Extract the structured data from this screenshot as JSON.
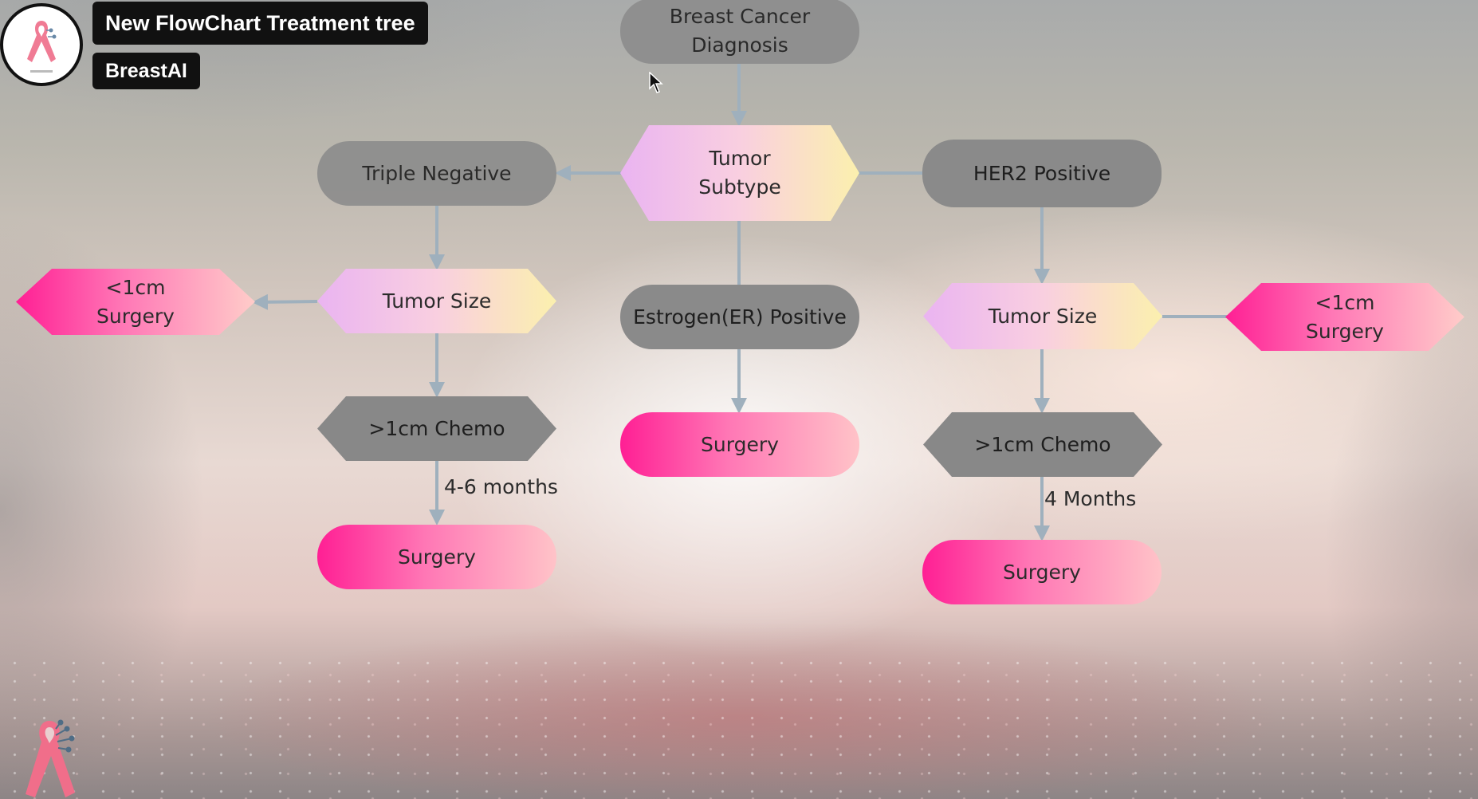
{
  "header": {
    "title": "New FlowChart Treatment tree",
    "channel": "BreastAI"
  },
  "flowchart": {
    "root": "Breast Cancer\nDiagnosis",
    "subtype_decision": "Tumor\nSubtype",
    "branches": {
      "triple_negative": {
        "label": "Triple Negative",
        "size_decision": "Tumor Size",
        "small_outcome": "<1cm\nSurgery",
        "large_outcome": ">1cm Chemo",
        "duration": "4-6 months",
        "final": "Surgery"
      },
      "estrogen": {
        "label": "Estrogen(ER) Positive",
        "final": "Surgery"
      },
      "her2": {
        "label": "HER2 Positive",
        "size_decision": "Tumor Size",
        "small_outcome": "<1cm\nSurgery",
        "large_outcome": ">1cm Chemo",
        "duration": "4 Months",
        "final": "Surgery"
      }
    }
  },
  "colors": {
    "terminal": "#8a8a8a",
    "surgery_start": "#ff1f94",
    "surgery_end": "#ffc3c8",
    "decision_start": "#eab4f1",
    "decision_end": "#fbf0ae",
    "connector": "#9fb0bd"
  },
  "icons": {
    "avatar": "pink-ribbon-icon",
    "corner": "pink-ribbon-circuit-icon",
    "cursor": "mouse-pointer-icon"
  }
}
